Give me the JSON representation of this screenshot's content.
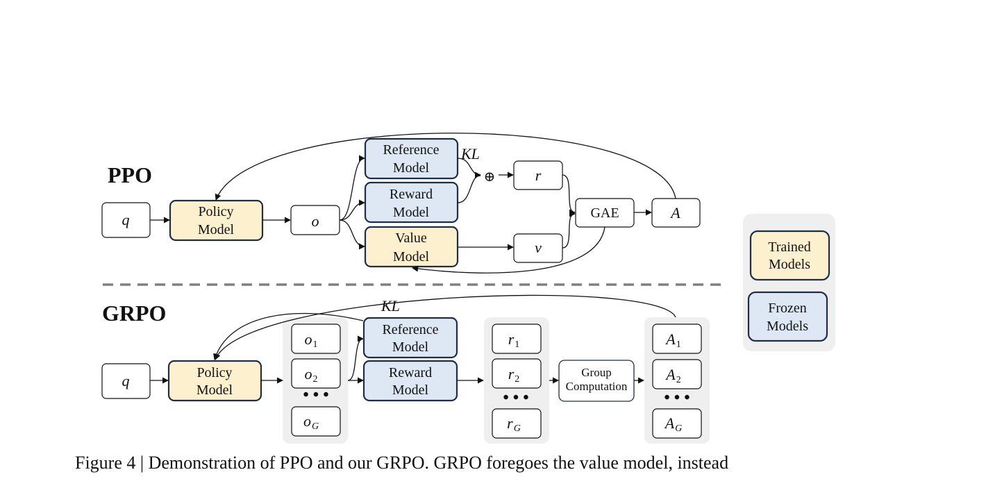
{
  "ppo": {
    "title": "PPO",
    "q": "q",
    "policy": [
      "Policy",
      "Model"
    ],
    "o": "o",
    "reference": [
      "Reference",
      "Model"
    ],
    "reward": [
      "Reward",
      "Model"
    ],
    "value": [
      "Value",
      "Model"
    ],
    "kl": "KL",
    "oplus": "⊕",
    "r": "r",
    "v": "v",
    "gae": "GAE",
    "a": "A"
  },
  "grpo": {
    "title": "GRPO",
    "q": "q",
    "policy": [
      "Policy",
      "Model"
    ],
    "kl": "KL",
    "outputs": [
      {
        "base": "o",
        "sub": "1"
      },
      {
        "base": "o",
        "sub": "2"
      },
      {
        "base": "o",
        "sub": "G"
      }
    ],
    "reference": [
      "Reference",
      "Model"
    ],
    "reward": [
      "Reward",
      "Model"
    ],
    "rewards": [
      {
        "base": "r",
        "sub": "1"
      },
      {
        "base": "r",
        "sub": "2"
      },
      {
        "base": "r",
        "sub": "G"
      }
    ],
    "group": [
      "Group",
      "Computation"
    ],
    "advantages": [
      {
        "base": "A",
        "sub": "1"
      },
      {
        "base": "A",
        "sub": "2"
      },
      {
        "base": "A",
        "sub": "G"
      }
    ],
    "ellipsis": "• • •"
  },
  "legend": {
    "trained": [
      "Trained",
      "Models"
    ],
    "frozen": [
      "Frozen",
      "Models"
    ]
  },
  "colors": {
    "trained_fill": "#fdf0cf",
    "frozen_fill": "#dde8f4",
    "box_stroke": "#1f2d45",
    "group_bg": "#efefef",
    "divider": "#808080"
  },
  "caption": "Figure 4 | Demonstration of PPO and our GRPO. GRPO foregoes the value model, instead"
}
